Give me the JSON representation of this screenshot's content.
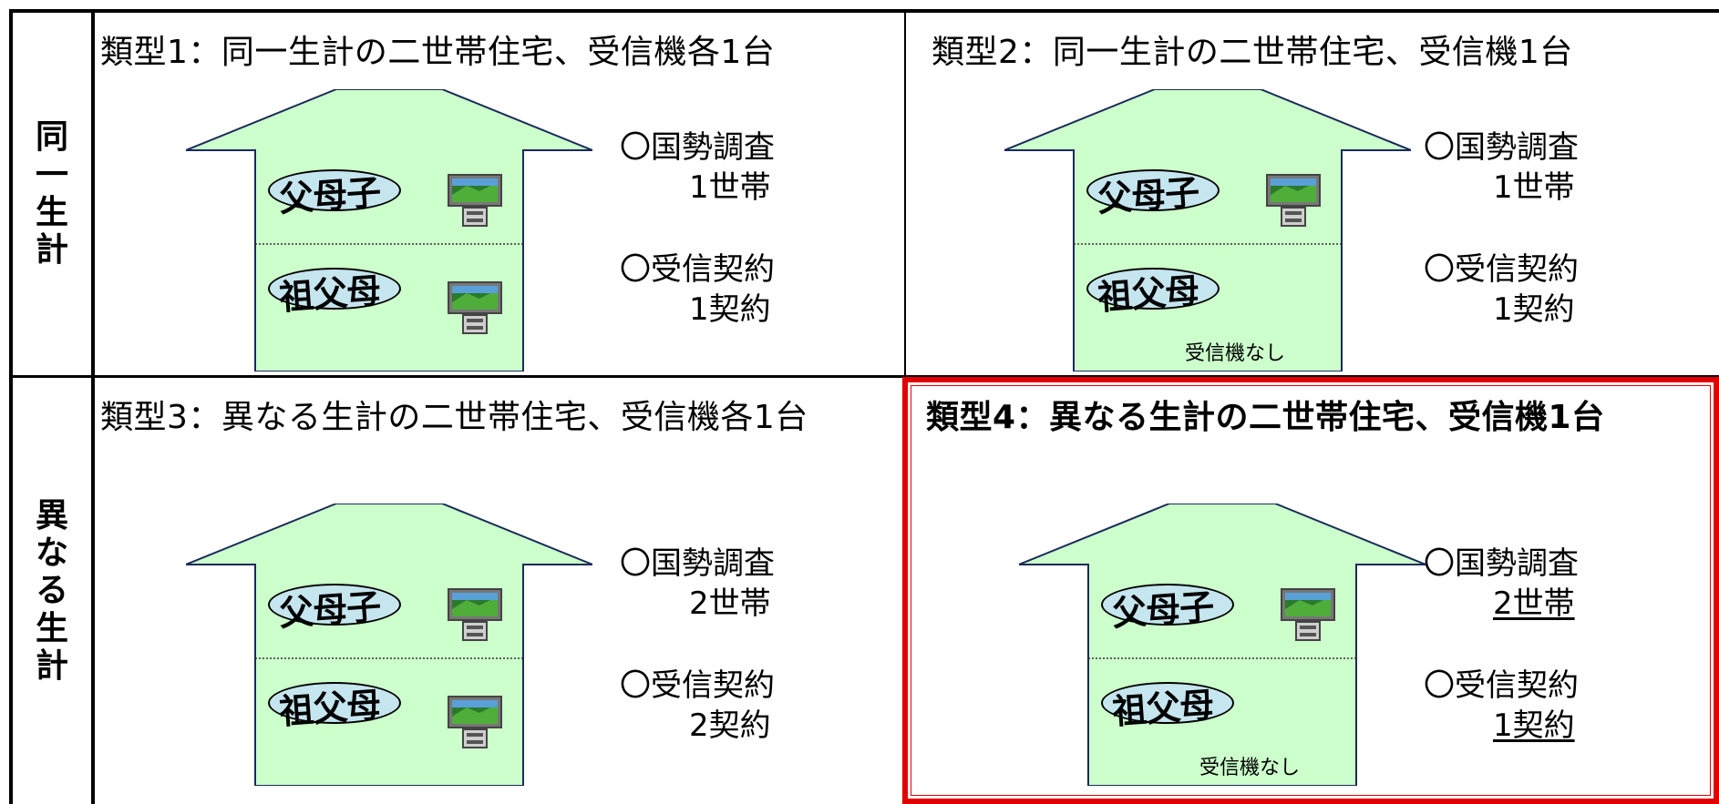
{
  "colors": {
    "house_fill": "#ccffcc",
    "house_stroke": "#1a2a5a",
    "oval_fill": "#c5e5ef",
    "highlight_border": "#e20000"
  },
  "rows": [
    {
      "label_chars": [
        "同",
        "一",
        "生",
        "計"
      ]
    },
    {
      "label_chars": [
        "異",
        "な",
        "る",
        "生",
        "計"
      ]
    }
  ],
  "cells": [
    {
      "title": "類型1：同一生計の二世帯住宅、受信機各1台",
      "upper_person": "父母子",
      "lower_person": "祖父母",
      "tv_upper": true,
      "tv_lower": true,
      "no_receiver_note": "",
      "census_label": "〇国勢調査",
      "census_value": "1世帯",
      "contract_label": "〇受信契約",
      "contract_value": "1契約",
      "highlighted": false
    },
    {
      "title": "類型2：同一生計の二世帯住宅、受信機1台",
      "upper_person": "父母子",
      "lower_person": "祖父母",
      "tv_upper": true,
      "tv_lower": false,
      "no_receiver_note": "受信機なし",
      "census_label": "〇国勢調査",
      "census_value": "1世帯",
      "contract_label": "〇受信契約",
      "contract_value": "1契約",
      "highlighted": false
    },
    {
      "title": "類型3：異なる生計の二世帯住宅、受信機各1台",
      "upper_person": "父母子",
      "lower_person": "祖父母",
      "tv_upper": true,
      "tv_lower": true,
      "no_receiver_note": "",
      "census_label": "〇国勢調査",
      "census_value": "2世帯",
      "contract_label": "〇受信契約",
      "contract_value": "2契約",
      "highlighted": false
    },
    {
      "title": "類型4：異なる生計の二世帯住宅、受信機1台",
      "upper_person": "父母子",
      "lower_person": "祖父母",
      "tv_upper": true,
      "tv_lower": false,
      "no_receiver_note": "受信機なし",
      "census_label": "〇国勢調査",
      "census_value": "2世帯",
      "contract_label": "〇受信契約",
      "contract_value": "1契約",
      "highlighted": true
    }
  ]
}
